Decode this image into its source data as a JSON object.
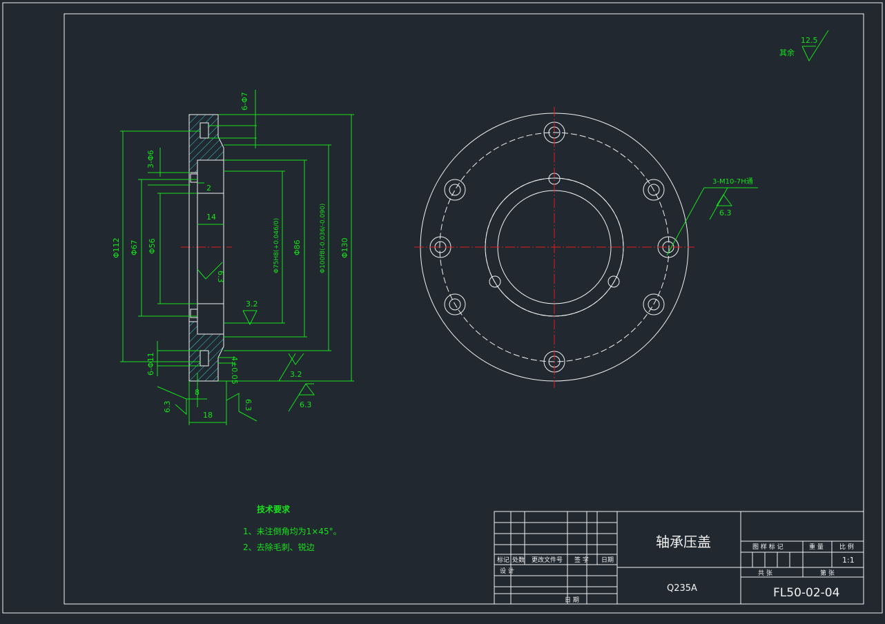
{
  "roughness_general": {
    "label": "其余",
    "value": "12.5"
  },
  "section_view": {
    "dims": {
      "d6_phi7": "6-Φ7",
      "d3_phi6": "3-Φ6",
      "d2": "2",
      "d14": "14",
      "d_phi112": "Φ112",
      "d_phi67": "Φ67",
      "d_phi56": "Φ56",
      "d_phi75h8": "Φ75H8(+0.046/0)",
      "d_phi86": "Φ86",
      "d_phi100f8": "Φ100f8(-0.036/-0.090)",
      "d_phi130": "Φ130",
      "d6_phi11": "6-Φ11",
      "d4_tol": "4±0.05",
      "d8": "8",
      "d18": "18"
    },
    "roughness": {
      "r_6_3_bore": "6.3",
      "r_3_2_inner": "3.2",
      "r_3_2_outer": "3.2",
      "r_6_3_bottom": "6.3",
      "r_6_3_left": "6.3",
      "r_6_3_right": "6.3"
    }
  },
  "front_view": {
    "thread_callout": "3-M10-7H通",
    "roughness": "6.3"
  },
  "technical_requirements": {
    "title": "技术要求",
    "items": [
      "1、未注倒角均为1×45°。",
      "2、去除毛刺、锐边"
    ]
  },
  "title_block": {
    "part_name": "轴承压盖",
    "material": "Q235A",
    "drawing_number": "FL50-02-04",
    "scale": "1:1",
    "headers": {
      "mark": "标记",
      "count": "处数",
      "change_doc": "更改文件号",
      "signature": "签  字",
      "date": "日期",
      "design": "设  计",
      "date2": "日  期",
      "stage_mark": "图 样 标 记",
      "weight": "重  量",
      "scale_label": "比  例",
      "total_sheets": "共    张",
      "sheet_no": "第    张"
    }
  },
  "colors": {
    "background": "#212830",
    "dimension": "#16e31b",
    "outline": "#f2f2f2",
    "centerline": "#e41b1b"
  }
}
